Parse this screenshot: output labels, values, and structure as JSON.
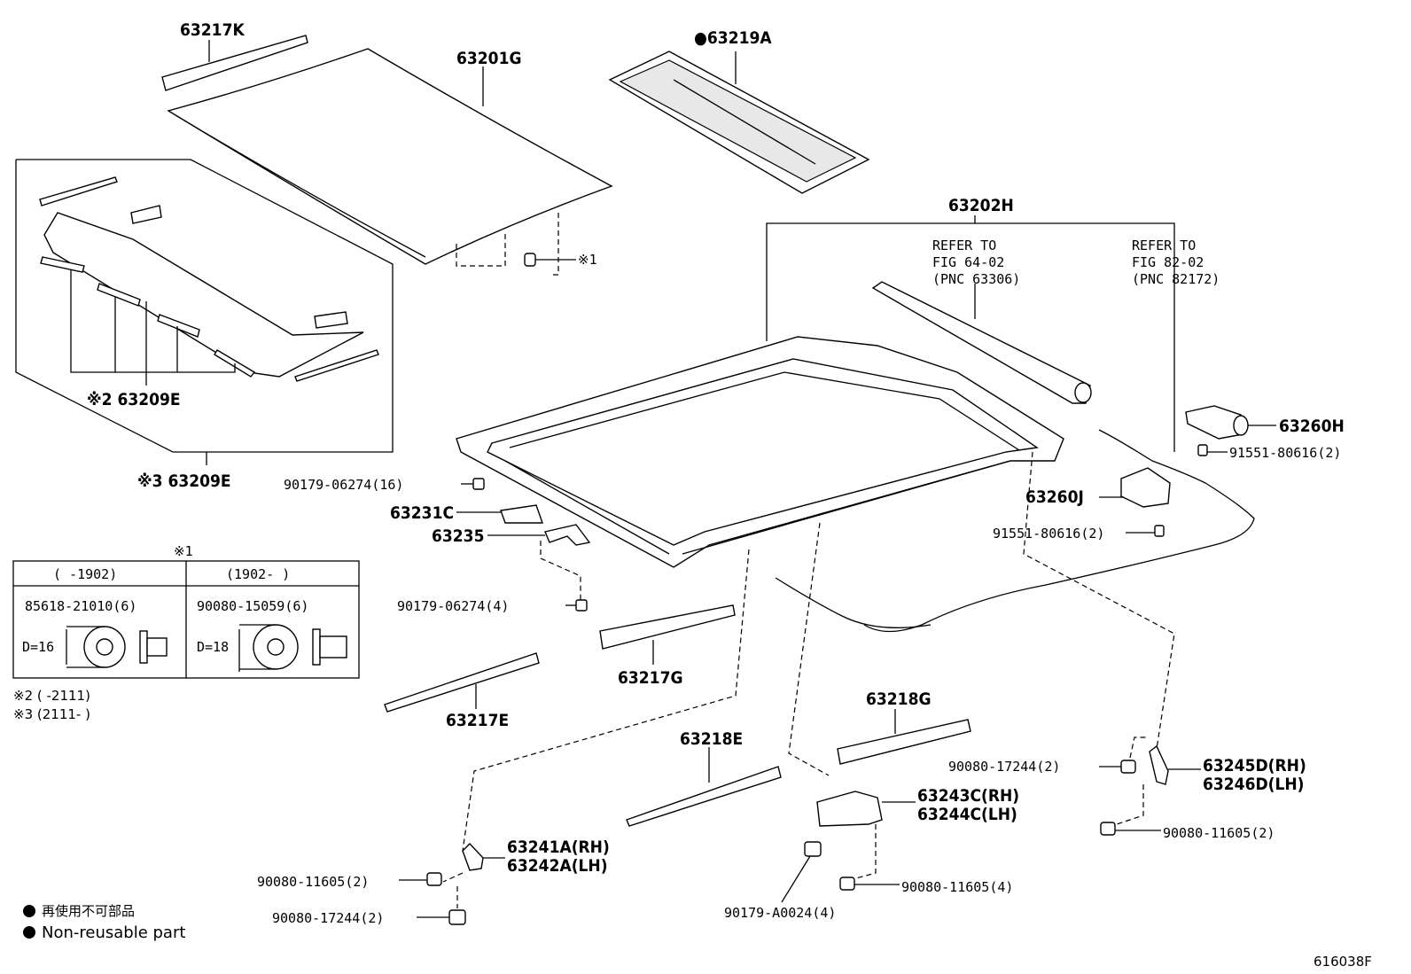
{
  "figure_id": "616038F",
  "legend": {
    "bullet": "●",
    "jp": "再使用不可部品",
    "en": "Non-reusable part"
  },
  "notes": {
    "n2": "※2 (      -2111)",
    "n3": "※3 (2111-      )"
  },
  "fastener_table": {
    "marker": "※1",
    "col1": {
      "range": "(      -1902)",
      "part": "85618-21010(6)",
      "dim": "D=16"
    },
    "col2": {
      "range": "(1902-      )",
      "part": "90080-15059(6)",
      "dim": "D=18"
    }
  },
  "refer": {
    "a": {
      "l1": "REFER TO",
      "l2": "FIG 64-02",
      "l3": "(PNC 63306)"
    },
    "b": {
      "l1": "REFER TO",
      "l2": "FIG 82-02",
      "l3": "(PNC 82172)"
    }
  },
  "labels": {
    "p63217K": "63217K",
    "p63201G": "63201G",
    "p63219A": "●63219A",
    "star1": "※1",
    "p63209E_a": "※2 63209E",
    "p63209E_b": "※3 63209E",
    "p63202H": "63202H",
    "p63260H": "63260H",
    "s91551_a": "91551-80616(2)",
    "p63260J": "63260J",
    "s91551_b": "91551-80616(2)",
    "s90179_16": "90179-06274(16)",
    "p63231C": "63231C",
    "p63235": "63235",
    "s90179_4": "90179-06274(4)",
    "p63217G": "63217G",
    "p63217E": "63217E",
    "p63218G": "63218G",
    "p63218E": "63218E",
    "p63245D": "63245D(RH)",
    "p63246D": "63246D(LH)",
    "s90080_17244_a": "90080-17244(2)",
    "p63243C": "63243C(RH)",
    "p63244C": "63244C(LH)",
    "s90080_11605_a": "90080-11605(2)",
    "p63241A": "63241A(RH)",
    "p63242A": "63242A(LH)",
    "s90080_11605_b": "90080-11605(2)",
    "s90080_11605_c": "90080-11605(4)",
    "s90080_17244_b": "90080-17244(2)",
    "s90179_A0024": "90179-A0024(4)"
  }
}
